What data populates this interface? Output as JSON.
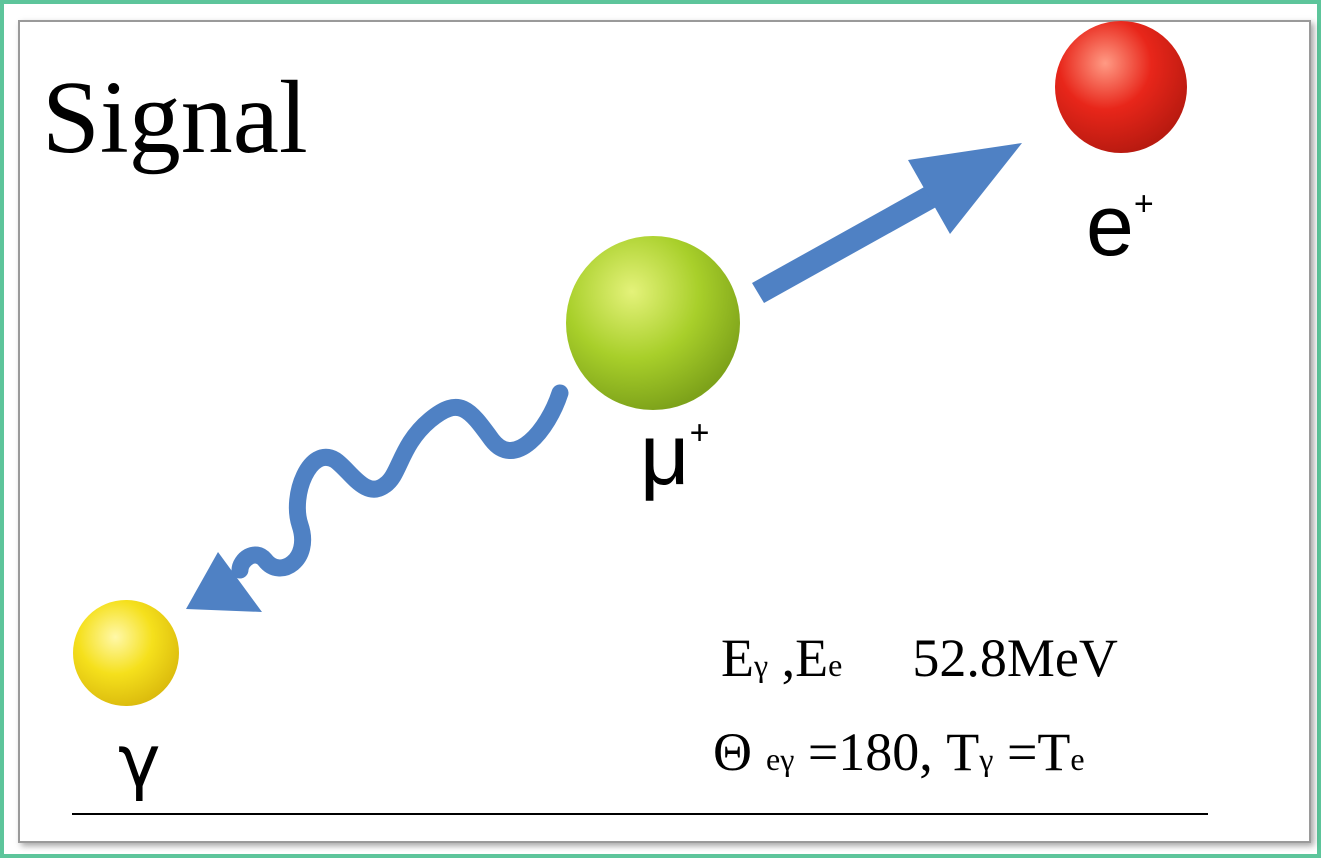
{
  "title": "Signal",
  "colors": {
    "outer_border": "#5dc59b",
    "arrow": "#4f81c4",
    "muon": "#a8cf2a",
    "positron": "#e8261a",
    "gamma": "#f5e01c"
  },
  "particles": {
    "positron": {
      "symbol": "e",
      "charge": "+"
    },
    "muon": {
      "symbol": "μ",
      "charge": "+"
    },
    "gamma": {
      "symbol": "γ"
    }
  },
  "conditions": {
    "line1": {
      "e_part": "E",
      "gamma_sub": "γ",
      "separator": " ,E",
      "e_sub": "e",
      "value": "52.8MeV"
    },
    "line2": {
      "theta": "Θ",
      "theta_sub": "eγ",
      "angle": " =180, T",
      "t_gamma_sub": "γ",
      "equals_t": " =T",
      "t_e_sub": "e"
    }
  }
}
